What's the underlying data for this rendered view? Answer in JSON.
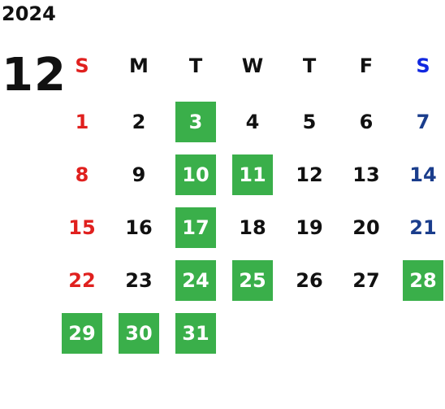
{
  "year": "2024",
  "month": "12",
  "colors": {
    "sunday": "#e0201e",
    "saturday": "#1a3d8c",
    "saturday_header": "#1128e0",
    "highlight": "#3aaf4a",
    "text": "#111111"
  },
  "weekdays": [
    "S",
    "M",
    "T",
    "W",
    "T",
    "F",
    "S"
  ],
  "weeks": [
    [
      {
        "d": ""
      },
      {
        "d": ""
      },
      {
        "d": ""
      },
      {
        "d": ""
      },
      {
        "d": ""
      },
      {
        "d": ""
      },
      {
        "d": ""
      }
    ],
    [
      {
        "d": "1"
      },
      {
        "d": "2"
      },
      {
        "d": "3",
        "hl": true
      },
      {
        "d": "4"
      },
      {
        "d": "5"
      },
      {
        "d": "6"
      },
      {
        "d": "7"
      }
    ],
    [
      {
        "d": "8"
      },
      {
        "d": "9"
      },
      {
        "d": "10",
        "hl": true
      },
      {
        "d": "11",
        "hl": true
      },
      {
        "d": "12"
      },
      {
        "d": "13"
      },
      {
        "d": "14"
      }
    ],
    [
      {
        "d": "15"
      },
      {
        "d": "16"
      },
      {
        "d": "17",
        "hl": true
      },
      {
        "d": "18"
      },
      {
        "d": "19"
      },
      {
        "d": "20"
      },
      {
        "d": "21"
      }
    ],
    [
      {
        "d": "22"
      },
      {
        "d": "23"
      },
      {
        "d": "24",
        "hl": true
      },
      {
        "d": "25",
        "hl": true
      },
      {
        "d": "26"
      },
      {
        "d": "27"
      },
      {
        "d": "28",
        "hl": true
      }
    ],
    [
      {
        "d": "29",
        "hl": true
      },
      {
        "d": "30",
        "hl": true
      },
      {
        "d": "31",
        "hl": true
      },
      {
        "d": ""
      },
      {
        "d": ""
      },
      {
        "d": ""
      },
      {
        "d": ""
      }
    ]
  ]
}
